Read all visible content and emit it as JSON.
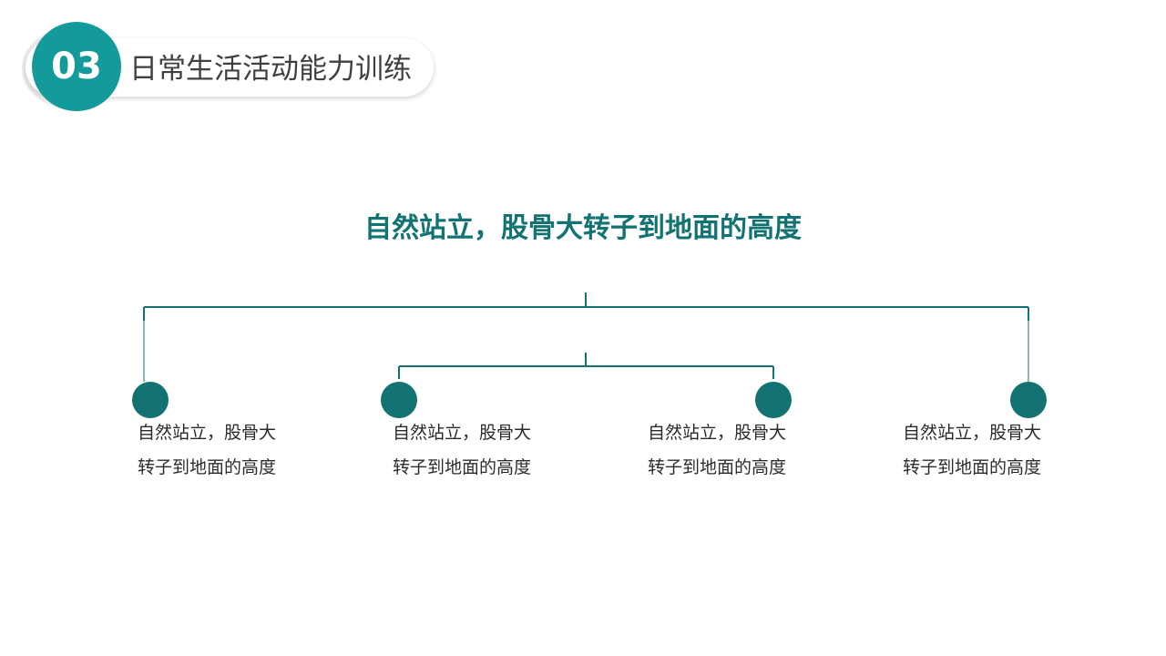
{
  "header": {
    "number": "03",
    "title": "日常生活活动能力训练"
  },
  "diagram": {
    "title": "自然站立，股骨大转子到地面的高度",
    "nodes": [
      {
        "text": "自然站立，股骨大转子到地面的高度"
      },
      {
        "text": "自然站立，股骨大转子到地面的高度"
      },
      {
        "text": "自然站立，股骨大转子到地面的高度"
      },
      {
        "text": "自然站立，股骨大转子到地面的高度"
      }
    ]
  },
  "colors": {
    "accent": "#139a9b",
    "primary": "#137272",
    "text": "#2b2b2b"
  }
}
